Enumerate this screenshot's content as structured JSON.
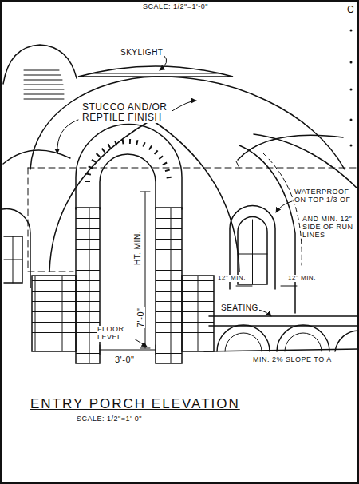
{
  "diagram": {
    "title": "ENTRY PORCH ELEVATION",
    "labels": [
      "SCALE: 1/2\"=1'-0\"",
      "C",
      "SKYLIGHT",
      "STUCCO AND/OR REPTILE FINISH",
      "WATERPROOF ON TOP 1/3 OF",
      "AND MIN. 12\" SIDE OF RUN LINES",
      "HT. MIN.",
      "12\" MIN.",
      "12\" MIN.",
      "SEATING",
      "7'-0\"",
      "FLOOR LEVEL",
      "3'-0\"",
      "MIN. 2% SLOPE TO A",
      "SCALE: 1/2\"=1'-0\""
    ]
  }
}
